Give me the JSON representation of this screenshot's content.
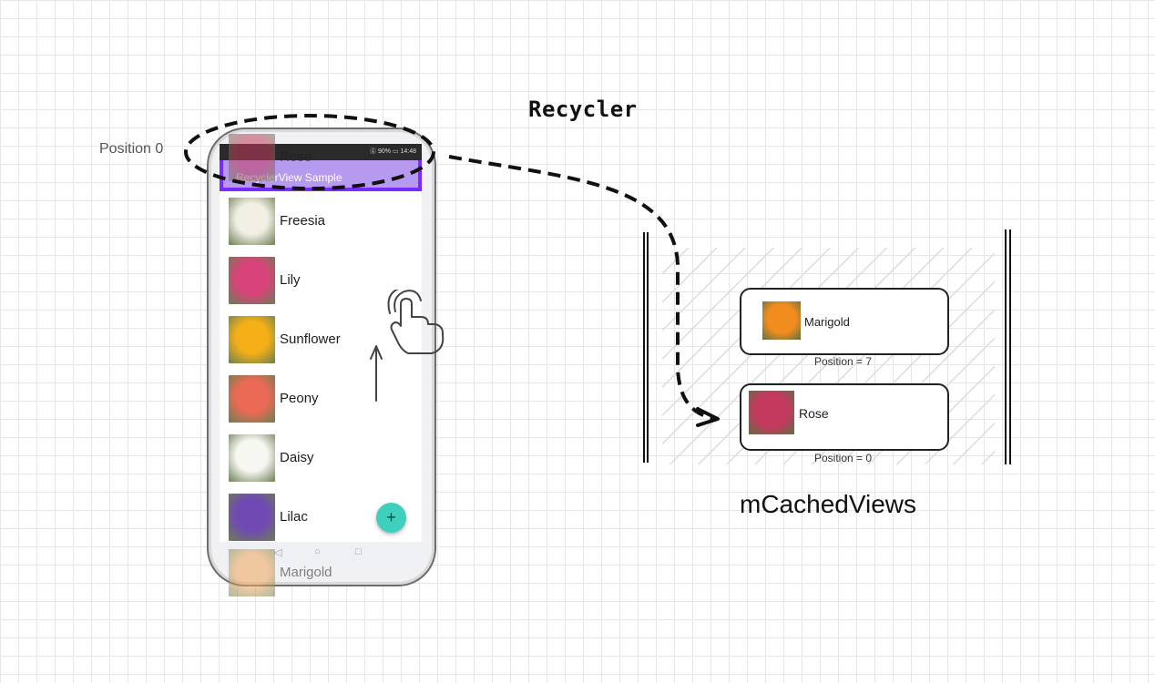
{
  "diagram": {
    "position_label": "Position 0",
    "recycler_label": "Recycler",
    "cache_label": "mCachedViews"
  },
  "phone": {
    "status_text": "ⓖ 90% ▭ 14:48",
    "app_title": "RecyclerView Sample",
    "fab_label": "+",
    "nav_back": "◁",
    "nav_home": "○",
    "nav_recents": "□",
    "items": [
      {
        "name": "Rose",
        "color": "#c33a5e"
      },
      {
        "name": "Freesia",
        "color": "#f2efe4"
      },
      {
        "name": "Lily",
        "color": "#d8437a"
      },
      {
        "name": "Sunflower",
        "color": "#f5b017"
      },
      {
        "name": "Peony",
        "color": "#ea6a55"
      },
      {
        "name": "Daisy",
        "color": "#f7f7f2"
      },
      {
        "name": "Lilac",
        "color": "#7149b3"
      },
      {
        "name": "Marigold",
        "color": "#f0a85d"
      }
    ]
  },
  "cache": {
    "items": [
      {
        "name": "Marigold",
        "position_text": "Position = 7",
        "color": "#f08d1e"
      },
      {
        "name": "Rose",
        "position_text": "Position = 0",
        "color": "#c33a5e"
      }
    ]
  },
  "colors": {
    "appbar_accent": "#7a2bff",
    "appbar_fill": "#b69af0",
    "fab": "#3fd0bd"
  }
}
